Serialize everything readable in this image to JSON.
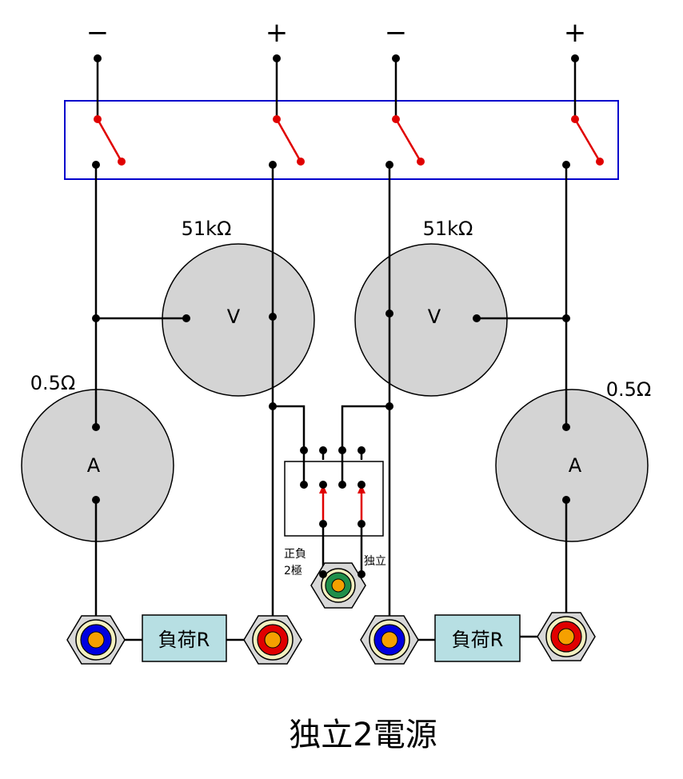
{
  "terminals": [
    "−",
    "+",
    "−",
    "+"
  ],
  "meters": {
    "voltmeter_left": {
      "symbol": "V",
      "resistance": "51kΩ"
    },
    "voltmeter_right": {
      "symbol": "V",
      "resistance": "51kΩ"
    },
    "ammeter_left": {
      "symbol": "A",
      "resistance": "0.5Ω"
    },
    "ammeter_right": {
      "symbol": "A",
      "resistance": "0.5Ω"
    }
  },
  "mode_switch": {
    "left_label_line1": "正負",
    "left_label_line2": "2極",
    "right_label": "独立"
  },
  "loads": {
    "left": "負荷R",
    "right": "負荷R"
  },
  "title": "独立2電源",
  "colors": {
    "switch_contact": "#e00000",
    "switch_box": "#0000cc",
    "meter_fill": "#d4d4d4",
    "load_fill": "#b7dfe3",
    "jack_blue": "#0000e0",
    "jack_red": "#e00000",
    "jack_green": "#1f8f4a",
    "jack_center": "#f5a000"
  }
}
